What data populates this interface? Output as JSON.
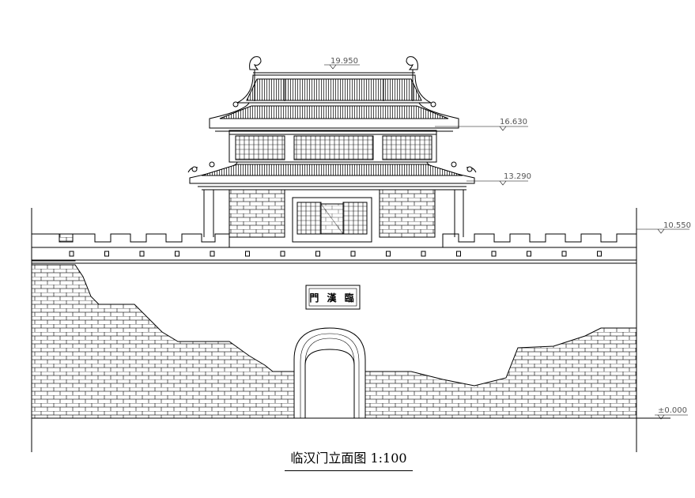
{
  "drawing": {
    "caption": "临汉门立面图 1:100",
    "plaque_text": "門 漢 臨",
    "elevations": [
      {
        "label": "19.950",
        "value": 19.95
      },
      {
        "label": "16.630",
        "value": 16.63
      },
      {
        "label": "13.290",
        "value": 13.29
      },
      {
        "label": "10.550",
        "value": 10.55
      },
      {
        "label": "±0.000",
        "value": 0.0
      }
    ]
  }
}
